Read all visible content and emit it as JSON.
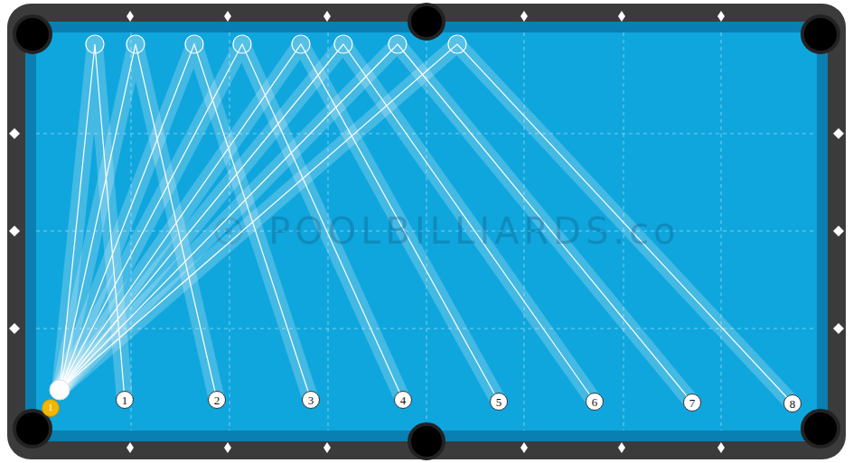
{
  "diagram": {
    "nodes": [
      {
        "text": [
          "1"
        ]
      },
      {
        "text": [
          "1"
        ]
      },
      {
        "text": [
          "2"
        ]
      },
      {
        "text": [
          "3"
        ]
      },
      {
        "text": [
          "4"
        ]
      },
      {
        "text": [
          "5"
        ]
      },
      {
        "text": [
          "6"
        ]
      },
      {
        "text": [
          "7"
        ]
      },
      {
        "text": [
          "8"
        ]
      }
    ],
    "labels": [
      "POOLBILLIARDS.co"
    ]
  }
}
